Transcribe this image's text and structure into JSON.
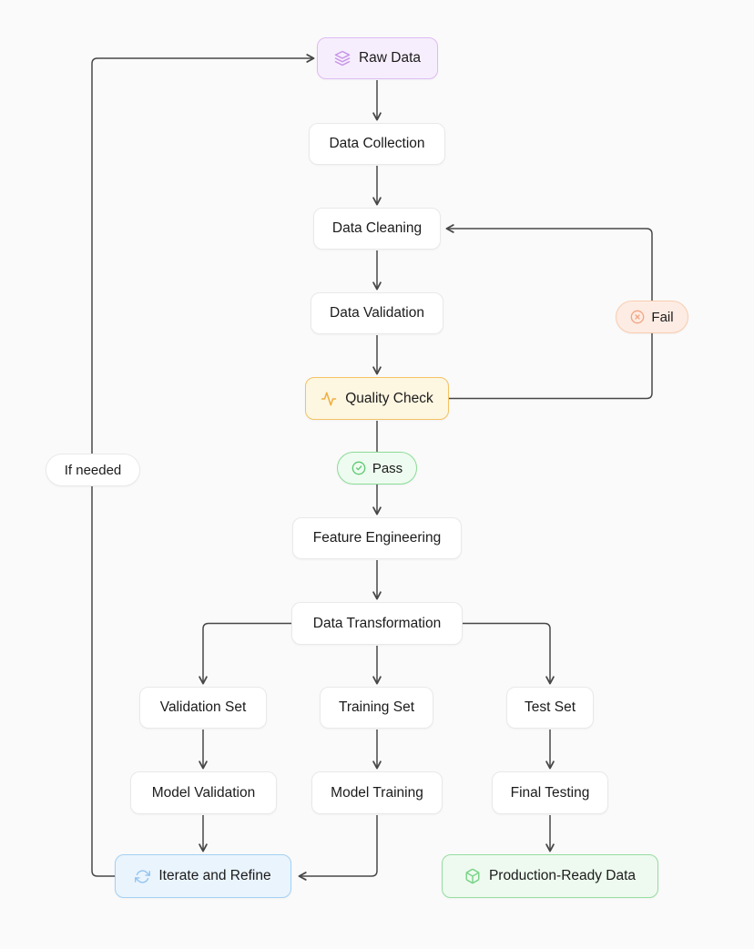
{
  "flowchart": {
    "nodes": {
      "raw_data": {
        "label": "Raw Data",
        "icon": "layers"
      },
      "data_collection": {
        "label": "Data Collection"
      },
      "data_cleaning": {
        "label": "Data Cleaning"
      },
      "data_validation": {
        "label": "Data Validation"
      },
      "quality_check": {
        "label": "Quality Check",
        "icon": "activity"
      },
      "pass_badge": {
        "label": "Pass",
        "icon": "check-circle"
      },
      "fail_badge": {
        "label": "Fail",
        "icon": "x-circle"
      },
      "if_needed_badge": {
        "label": "If needed"
      },
      "feature_engineering": {
        "label": "Feature Engineering"
      },
      "data_transformation": {
        "label": "Data Transformation"
      },
      "validation_set": {
        "label": "Validation Set"
      },
      "training_set": {
        "label": "Training Set"
      },
      "test_set": {
        "label": "Test Set"
      },
      "model_validation": {
        "label": "Model Validation"
      },
      "model_training": {
        "label": "Model Training"
      },
      "final_testing": {
        "label": "Final Testing"
      },
      "iterate_and_refine": {
        "label": "Iterate and Refine",
        "icon": "refresh-cw"
      },
      "production_ready_data": {
        "label": "Production-Ready Data",
        "icon": "package"
      }
    },
    "edges": [
      {
        "from": "Raw Data",
        "to": "Data Collection"
      },
      {
        "from": "Data Collection",
        "to": "Data Cleaning"
      },
      {
        "from": "Data Cleaning",
        "to": "Data Validation"
      },
      {
        "from": "Data Validation",
        "to": "Quality Check"
      },
      {
        "from": "Quality Check",
        "to": "Feature Engineering",
        "label": "Pass"
      },
      {
        "from": "Quality Check",
        "to": "Data Cleaning",
        "label": "Fail"
      },
      {
        "from": "Feature Engineering",
        "to": "Data Transformation"
      },
      {
        "from": "Data Transformation",
        "to": "Validation Set"
      },
      {
        "from": "Data Transformation",
        "to": "Training Set"
      },
      {
        "from": "Data Transformation",
        "to": "Test Set"
      },
      {
        "from": "Validation Set",
        "to": "Model Validation"
      },
      {
        "from": "Training Set",
        "to": "Model Training"
      },
      {
        "from": "Test Set",
        "to": "Final Testing"
      },
      {
        "from": "Model Validation",
        "to": "Iterate and Refine"
      },
      {
        "from": "Model Training",
        "to": "Iterate and Refine"
      },
      {
        "from": "Final Testing",
        "to": "Production-Ready Data"
      },
      {
        "from": "Iterate and Refine",
        "to": "Raw Data",
        "label": "If needed"
      }
    ],
    "theme": {
      "page_bg": "#fafafa",
      "node_bg": "#ffffff",
      "node_border": "#e9e9e9",
      "text": "#1b1b1b",
      "line": "#474747",
      "purple_bg": "#f7eefd",
      "purple_border": "#ddbcf2",
      "purple_icon": "#c795e8",
      "amber_bg": "#fdf6e1",
      "amber_border": "#f3c264",
      "amber_icon": "#efae3e",
      "green_bg": "#eefbf0",
      "green_border": "#8cdc98",
      "green_icon": "#5fc873",
      "peach_bg": "#fdece3",
      "peach_border": "#f9cdb0",
      "peach_icon": "#f3a583",
      "blue_bg": "#eaf4fd",
      "blue_border": "#a3d0f3",
      "blue_icon": "#93c5ef",
      "mint_bg": "#eefaef",
      "mint_border": "#97dca2",
      "mint_icon": "#7cd48a"
    }
  }
}
